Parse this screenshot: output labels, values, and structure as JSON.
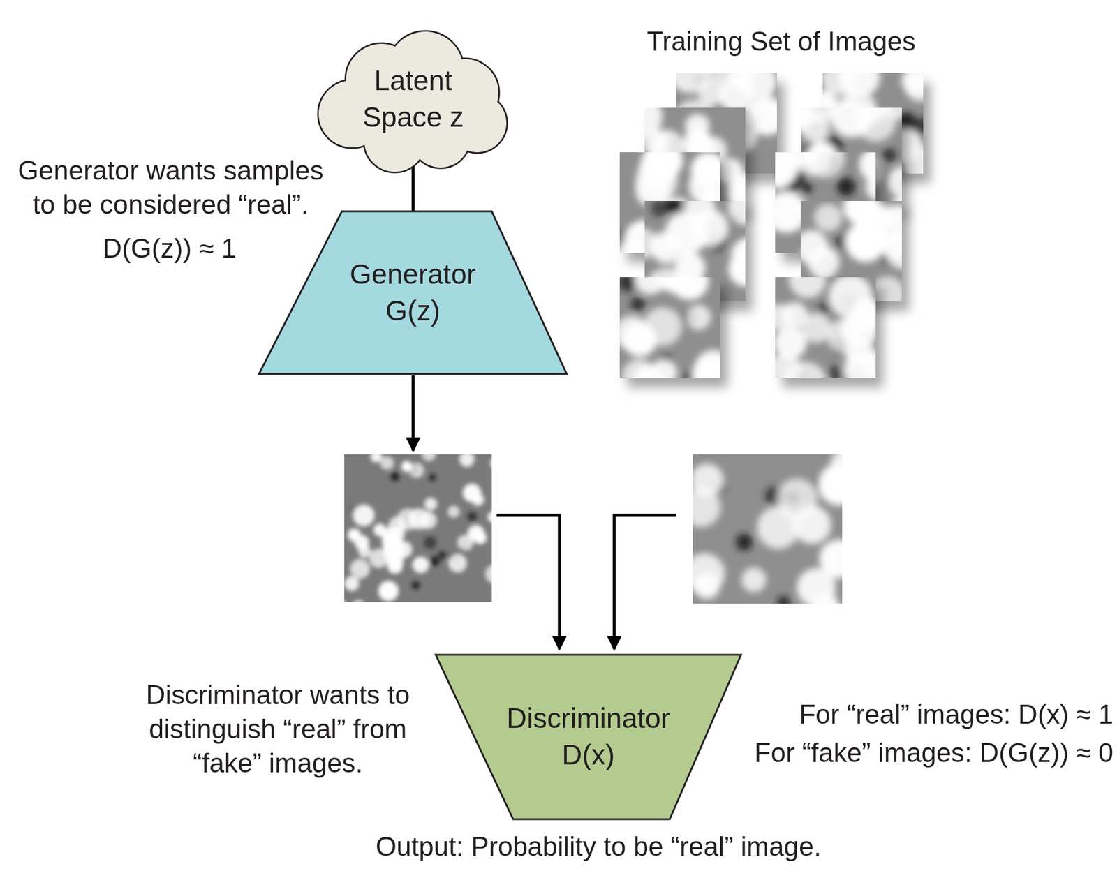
{
  "diagram": {
    "nodes": [
      {
        "text": [
          "Latent Space z"
        ]
      },
      {
        "text": [
          "Generator",
          "G(z)"
        ]
      },
      {
        "text": [
          "Discriminator",
          "D(x)"
        ]
      }
    ],
    "edges": [
      {
        "from": 0,
        "to": 1,
        "arrow": "none"
      }
    ],
    "labels": [
      "Training Set of Images",
      "Generator wants samples to be considered “real”.",
      "D(G(z)) ≈ 1",
      "Discriminator wants to distinguish “real” from “fake” images.",
      "For “real” images: D(x) ≈ 1",
      "For “fake” images: D(G(z)) ≈ 0",
      "Output: Probability to be “real” image."
    ]
  }
}
